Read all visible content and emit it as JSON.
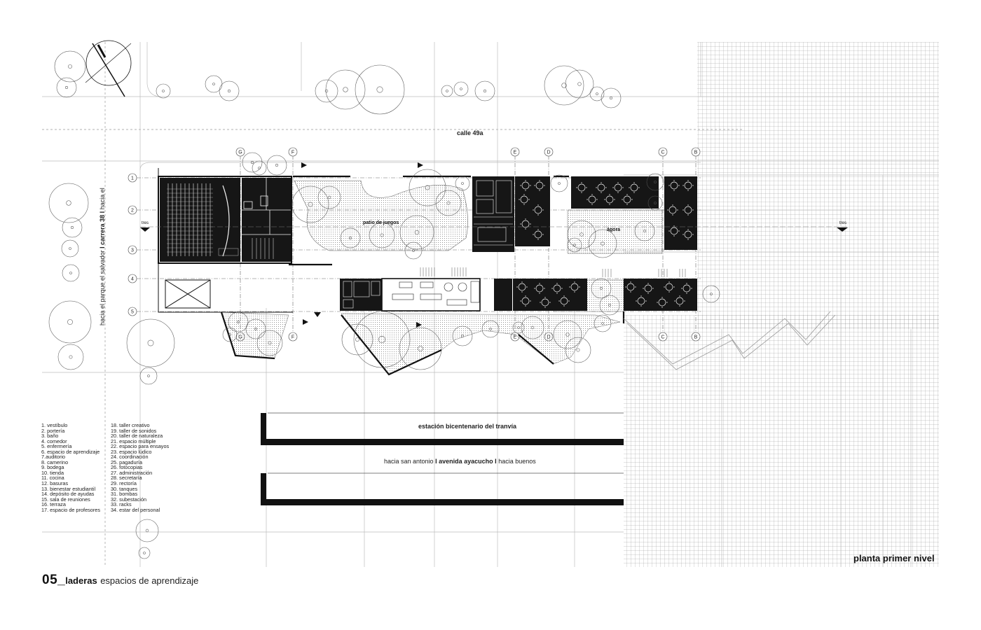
{
  "streets": {
    "top": "calle 49a",
    "left": {
      "part1": "hacia el parque el salvador",
      "sep1": "I",
      "main": "carrera 38",
      "sep2": "I",
      "part2": "hacia el"
    },
    "bottom": {
      "part1": "hacia san antonio",
      "sep1": "I",
      "main": "avenida ayacucho",
      "sep2": "I",
      "part2": "hacia buenos"
    },
    "station": "estación bicentenario del tranvía"
  },
  "plan_labels": {
    "patio": "patio de juegos",
    "agora": "ágora",
    "tres_left": "tres",
    "tres_right": "tres"
  },
  "grid": {
    "rows": [
      "1",
      "2",
      "3",
      "4",
      "5"
    ],
    "columns": [
      "G",
      "F",
      "E",
      "D",
      "C",
      "B"
    ]
  },
  "legend": {
    "col1": [
      "1. vestíbulo",
      "2. portería",
      "3. baño",
      "4. comedor",
      "5. enfermería",
      "6. espacio de aprendizaje",
      "7.auditorio",
      "8. camerino",
      "9. bodega",
      "10. tienda",
      "11. cocina",
      "12. basuras",
      "13. bienestar estudiantil",
      "14. depósito de ayudas",
      "15. sala de reuniones",
      "16. terraza",
      "17. espacio de profesores"
    ],
    "col2": [
      "18. taller creativo",
      "19. taller de sonidos",
      "20. taller de naturaleza",
      "21. espacio múltiple",
      "22. espacio para ensayos",
      "23. espacio lúdico",
      "24. coordinación",
      "25. pagaduría",
      "26. fotocopias",
      "27. administración",
      "28. secretaría",
      "29. rectoría",
      "30. tanques",
      "31. bombas",
      "32. subestación",
      "33. racks",
      "34. estar del personal"
    ]
  },
  "sheet_title": "planta primer nivel",
  "footer": {
    "number": "05_",
    "project": "laderas",
    "subtitle": "espacios de aprendizaje"
  }
}
